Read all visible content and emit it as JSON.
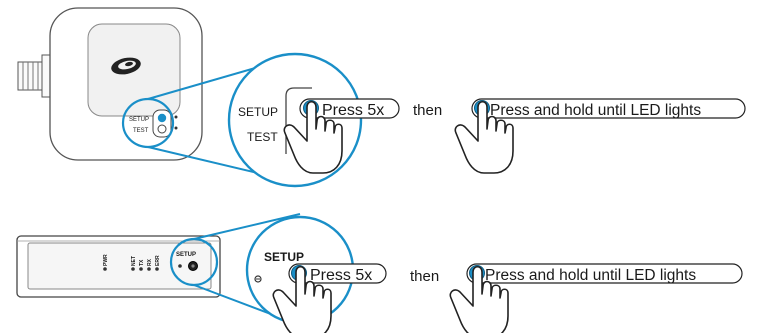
{
  "colors": {
    "accent": "#1a8fc8",
    "device_outline": "#555555",
    "device_fill": "#ffffff",
    "panel_fill": "#f3f3f3"
  },
  "top": {
    "device_labels": {
      "setup": "SETUP",
      "test": "TEST"
    },
    "zoom_labels": {
      "setup": "SETUP",
      "test": "TEST"
    },
    "step1": "Press 5x",
    "connector": "then",
    "step2": "Press and hold until LED lights"
  },
  "bottom": {
    "device_labels": {
      "pwr": "PWR",
      "net": "NET",
      "tx": "TX",
      "rx": "RX",
      "err": "ERR",
      "setup": "SETUP"
    },
    "zoom_labels": {
      "setup": "SETUP"
    },
    "step1": "Press 5x",
    "connector": "then",
    "step2": "Press and hold until LED lights"
  }
}
